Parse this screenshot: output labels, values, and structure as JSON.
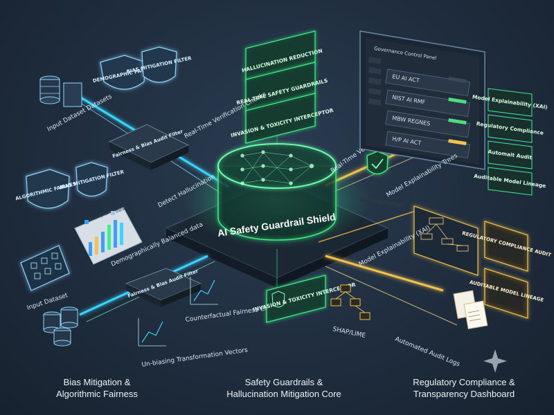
{
  "core": {
    "title": "AI Safety Guardrail Shield"
  },
  "left": {
    "shield_demographic": "DEMOGRAPHIC PARITY",
    "shield_bias_top": "BIAS MITIGATION FILTER",
    "input_datasets_top": "Input Dataset Datasets",
    "fairness_filter_top": "Fairness & Bias Audit Filter",
    "shield_algorithmic": "ALGORITHMIC FAIRNESS",
    "shield_bias_mid": "BIAS MITIGATION FILTER",
    "chart_legend_a": "Demographics",
    "chart_legend_b": "Data",
    "balanced_data": "Demographically Balanced data",
    "input_dataset_bottom": "Input Dataset",
    "fairness_filter_bottom": "Fairness & Bias Audit Filter",
    "counterfactual": "Counterfactual Fairness Checks Checks",
    "unbiasing": "Un-biasing Transformation Vectors"
  },
  "middle": {
    "hallucination_reduction": "HALLUCINATION REDUCTION",
    "realtime_guardrails": "REAL-TIME SAFETY GUARDRAILS",
    "invasion_top": "INVASION & TOXICITY INTERCEPTOR",
    "realtime_verification_left": "Real-Time Verification Checks",
    "detect_hallucination": "Detect Hallucination",
    "realtime_verification_right": "Real-Time Verification",
    "invasion_bottom": "INVASION & TOXICITY INTERCEPTOR"
  },
  "right": {
    "panel_title": "Governance Control Panel",
    "rows": [
      {
        "label": "EU AI ACT",
        "bar": "#3a4a5c"
      },
      {
        "label": "NIST AI RMF",
        "bar": "#4ade80"
      },
      {
        "label": "MBW REGNES",
        "bar": "#4ade80"
      },
      {
        "label": "H/P AI ACT",
        "bar": "#f2c14e"
      }
    ],
    "side_tags": [
      "Model Explainability (XAI)",
      "Regulatory Compliance",
      "Automait Audit",
      "Auditable Model Lineage"
    ],
    "model_explainability_trees": "Model Explainability Trees",
    "model_explainability_xai": "Model Explainability (XAI)",
    "regulatory_audit": "REGULATORY COMPLIANCE AUDIT",
    "auditable_lineage": "AUDITABLE MODEL LINEAGE",
    "shap_lime": "SHAP/LIME",
    "automated_logs": "Automated Audit Logs"
  },
  "captions": {
    "left": [
      "Bias Mitigation &",
      "Algorithmic Fairness"
    ],
    "middle": [
      "Safety Guardrails &",
      "Hallucination Mitigation Core"
    ],
    "right": [
      "Regulatory Compliance &",
      "Transparency Dashboard"
    ]
  },
  "colors": {
    "cyan": "#38d6ff",
    "green": "#3ef08a",
    "gold": "#f2c14e"
  }
}
